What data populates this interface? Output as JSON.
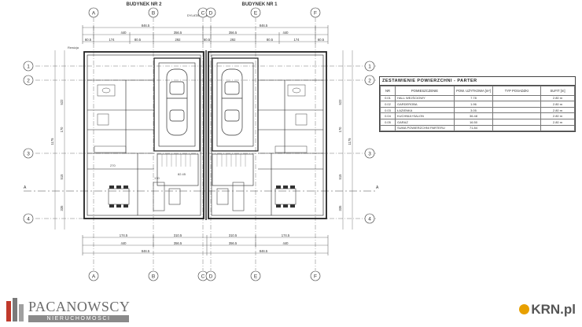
{
  "buildings": {
    "left_title": "BUDYNEK NR 2",
    "right_title": "BUDYNEK NR 1",
    "dylatacja": "DYLATACJA 5cm"
  },
  "axes": {
    "vertical": [
      "A",
      "B",
      "C",
      "D",
      "E",
      "F"
    ],
    "horizontal": [
      "1",
      "2",
      "3",
      "4"
    ],
    "section": "A"
  },
  "dims": {
    "top_outer": [
      "846.5",
      "846.5"
    ],
    "top_mid": [
      "440",
      "356.5",
      "356.5",
      "440"
    ],
    "top_inner": [
      "60.5",
      "174",
      "80.5",
      "292",
      "60.5",
      "292",
      "80.5",
      "174",
      "60.5"
    ],
    "bottom_inner": [
      "174.5",
      "310.5",
      "310.5",
      "174.5"
    ],
    "bottom_mid": [
      "440",
      "356.5",
      "356.5",
      "440"
    ],
    "bottom_outer": [
      "846.5",
      "846.5"
    ],
    "left_total": "1175",
    "right_total": "1175",
    "side_parts": [
      "522",
      "170",
      "515",
      "335"
    ]
  },
  "rooms_left": {
    "sypialnia": "Rewizja",
    "dim1": "270",
    "dim2": "82.45",
    "dim3": "170"
  },
  "table": {
    "title": "ZESTAWIENIE POWIERZCHNI - PARTER",
    "headers": [
      "NR",
      "POMIESZCZENIE",
      "POW. UŻYTKOWA [m²]",
      "TYP POSADZKI",
      "SUFIT [m]"
    ],
    "rows": [
      {
        "nr": "0.01",
        "name": "HALL WEJŚCIOWY",
        "area": "7.78",
        "floor": "",
        "ceiling": "2.80 m"
      },
      {
        "nr": "0.02",
        "name": "GARDEROBA",
        "area": "1.96",
        "floor": "",
        "ceiling": "2.80 m"
      },
      {
        "nr": "0.03",
        "name": "ŁAZIENKA",
        "area": "3.05",
        "floor": "",
        "ceiling": "2.80 m"
      },
      {
        "nr": "0.04",
        "name": "KUCHNIA+SALON",
        "area": "36.48",
        "floor": "",
        "ceiling": "2.80 m"
      },
      {
        "nr": "0.05",
        "name": "GARAŻ",
        "area": "16.50",
        "floor": "",
        "ceiling": "2.80 m"
      }
    ],
    "sum_label": "SUMA POWIERZCHNI PARTERU",
    "sum_value": "71.84"
  },
  "branding": {
    "agency_name": "PACANOWSCY",
    "agency_sub": "NIERUCHOMOŚCI",
    "portal": "KRN.pl"
  }
}
